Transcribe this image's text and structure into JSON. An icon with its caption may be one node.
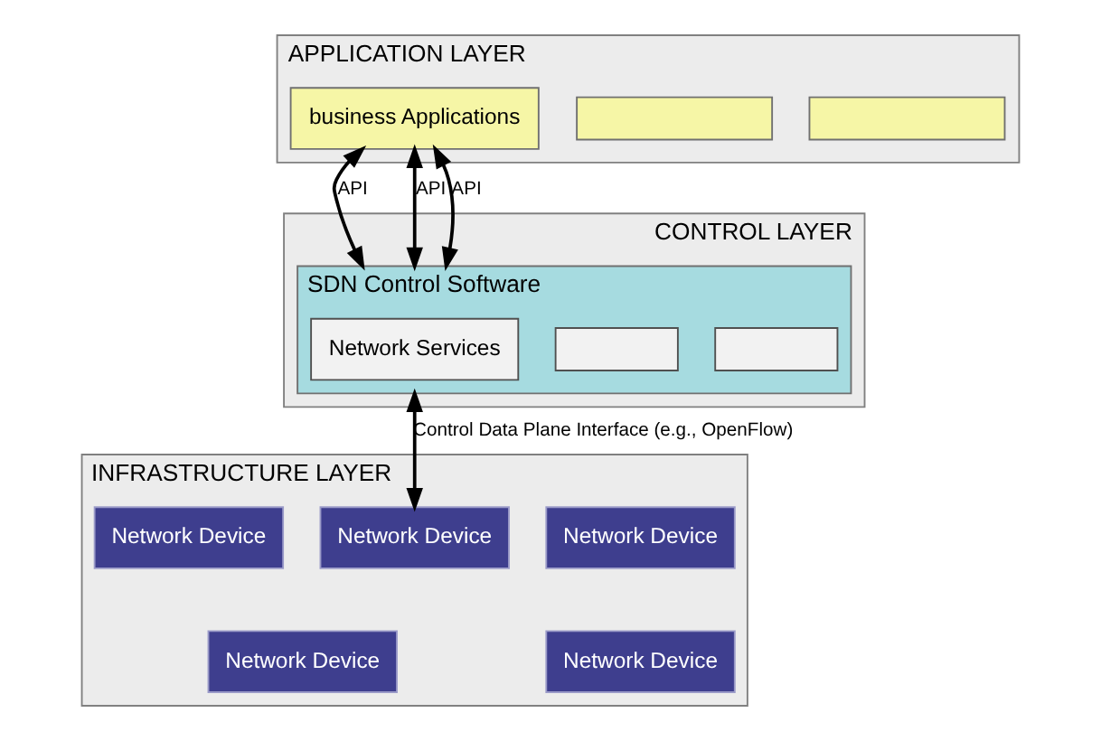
{
  "diagram": {
    "nodes": [
      {
        "text": [
          "APPLICATION LAYER"
        ]
      },
      {
        "text": [],
        "shape": "box",
        "in": 0
      },
      {
        "text": [],
        "shape": "box",
        "in": 0
      },
      {
        "text": [
          "business Applications"
        ],
        "in": 0
      },
      {
        "text": [
          "CONTROL LAYER"
        ]
      },
      {
        "text": [
          "SDN Control Software"
        ],
        "in": 4
      },
      {
        "text": [],
        "shape": "box",
        "in": 5
      },
      {
        "text": [],
        "shape": "box",
        "in": 5
      },
      {
        "text": [
          "Network Services"
        ],
        "in": 5
      },
      {
        "text": [
          "INFRASTRUCTURE LAYER"
        ]
      },
      {
        "text": [
          "Network Device"
        ],
        "in": 9
      },
      {
        "text": [
          "Network Device"
        ],
        "in": 9
      },
      {
        "text": [
          "Network Device"
        ],
        "in": 9
      },
      {
        "text": [
          "Network Device"
        ],
        "in": 9
      },
      {
        "text": [
          "Network Device"
        ],
        "in": 9
      }
    ],
    "edges": [
      {
        "from": 3,
        "to": 5,
        "arrow": "both",
        "label": "API"
      },
      {
        "from": 3,
        "to": 5,
        "arrow": "both",
        "label": "API"
      },
      {
        "from": 3,
        "to": 5,
        "arrow": "both",
        "label": "API"
      },
      {
        "from": 5,
        "to": 11,
        "arrow": "both",
        "label": "Control Data Plane Interface (e.g., OpenFlow)"
      }
    ]
  }
}
